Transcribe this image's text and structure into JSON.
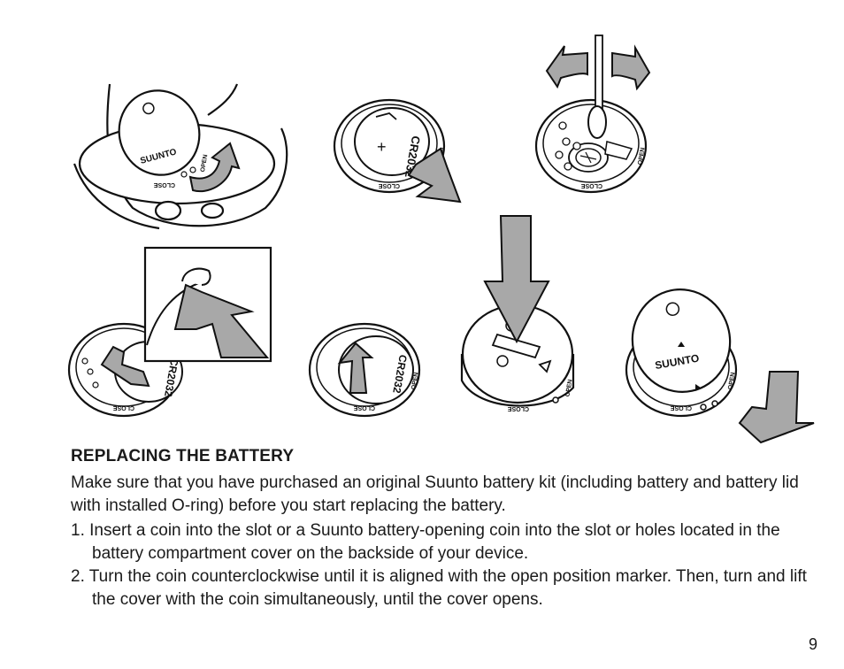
{
  "figure": {
    "brand_label": "SUUNTO",
    "battery_label": "CR2032",
    "plus_sign": "+",
    "open_label": "OPEN",
    "close_label": "CLOSE"
  },
  "section": {
    "heading": "REPLACING THE BATTERY",
    "intro": "Make sure that you have purchased an original Suunto battery kit (including battery and battery lid with installed O-ring) before you start replacing the battery.",
    "steps": [
      "1. Insert a coin into the slot or a Suunto battery-opening coin into the slot or holes located in the battery compartment cover on the backside of your device.",
      "2. Turn the coin counterclockwise until it is aligned with the open position marker. Then, turn and lift the cover with the coin simultaneously, until the cover opens."
    ]
  },
  "page_number": "9"
}
